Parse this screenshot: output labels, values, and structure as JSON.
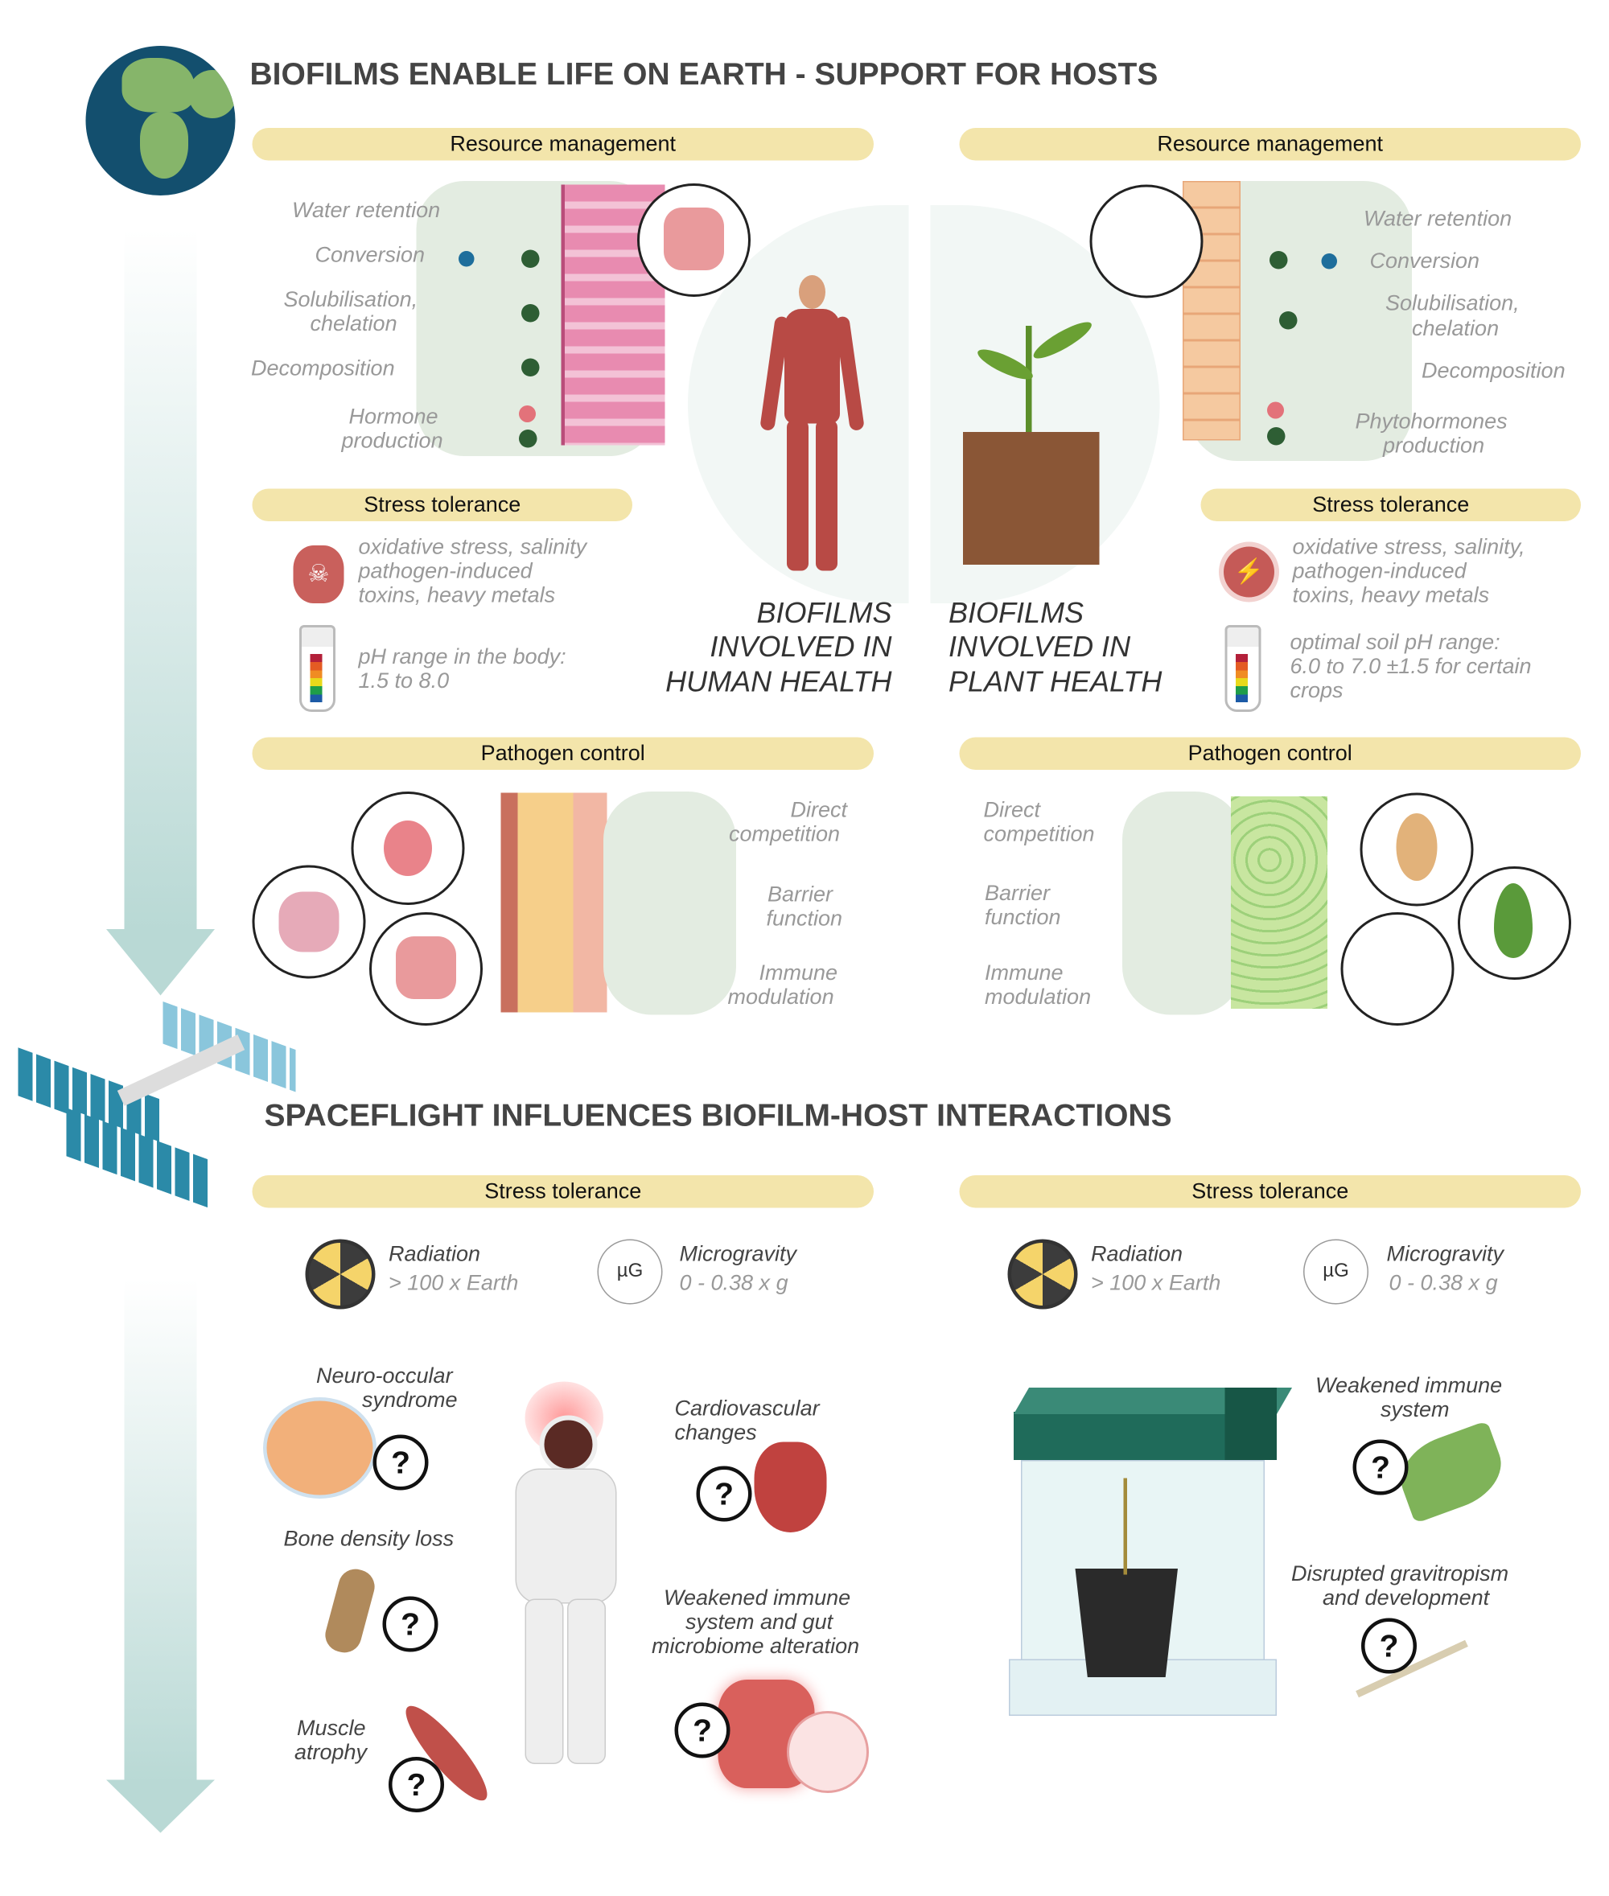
{
  "section1": {
    "title": "BIOFILMS ENABLE LIFE ON EARTH - SUPPORT FOR HOSTS",
    "human": {
      "resource_management": "Resource management",
      "resource_items": [
        "Water retention",
        "Conversion",
        "Solubilisation,",
        "chelation",
        "Decomposition",
        "Hormone",
        "production"
      ],
      "stress_tolerance": "Stress tolerance",
      "stress_text": [
        "oxidative stress, salinity",
        "pathogen-induced",
        "toxins, heavy metals"
      ],
      "ph_text": [
        "pH range in the body:",
        "1.5 to 8.0"
      ],
      "center_label": [
        "BIOFILMS",
        "INVOLVED IN",
        "HUMAN HEALTH"
      ],
      "pathogen_control": "Pathogen control",
      "pathogen_items": [
        "Direct",
        "competition",
        "Barrier",
        "function",
        "Immune",
        "modulation"
      ]
    },
    "plant": {
      "resource_management": "Resource management",
      "resource_items": [
        "Water retention",
        "Conversion",
        "Solubilisation,",
        "chelation",
        "Decomposition",
        "Phytohormones",
        "production"
      ],
      "stress_tolerance": "Stress tolerance",
      "stress_text": [
        "oxidative stress, salinity,",
        "pathogen-induced",
        "toxins, heavy metals"
      ],
      "ph_text": [
        "optimal soil pH range:",
        "6.0 to 7.0 ±1.5 for certain",
        "crops"
      ],
      "center_label": [
        "BIOFILMS",
        "INVOLVED IN",
        "PLANT HEALTH"
      ],
      "pathogen_control": "Pathogen control",
      "pathogen_items": [
        "Direct",
        "competition",
        "Barrier",
        "function",
        "Immune",
        "modulation"
      ]
    }
  },
  "section2": {
    "title": "SPACEFLIGHT INFLUENCES BIOFILM-HOST INTERACTIONS",
    "stress_tolerance": "Stress tolerance",
    "radiation": "Radiation",
    "radiation_value": "> 100 x Earth",
    "microgravity": "Microgravity",
    "microgravity_value": "0 - 0.38 x g",
    "mu_g": "µG",
    "question": "?",
    "human_effects": [
      [
        "Neuro-occular",
        "syndrome"
      ],
      [
        "Bone density loss"
      ],
      [
        "Muscle",
        "atrophy"
      ],
      [
        "Cardiovascular",
        "changes"
      ],
      [
        "Weakened immune",
        "system and gut",
        "microbiome alteration"
      ]
    ],
    "plant_effects": [
      [
        "Weakened immune",
        "system"
      ],
      [
        "Disrupted gravitropism",
        "and development"
      ]
    ]
  },
  "colors": {
    "pill": "#f3e5ab",
    "arrow": "#b9d9d5",
    "biofilm": "#e3ece1",
    "text_grey": "#999999"
  }
}
